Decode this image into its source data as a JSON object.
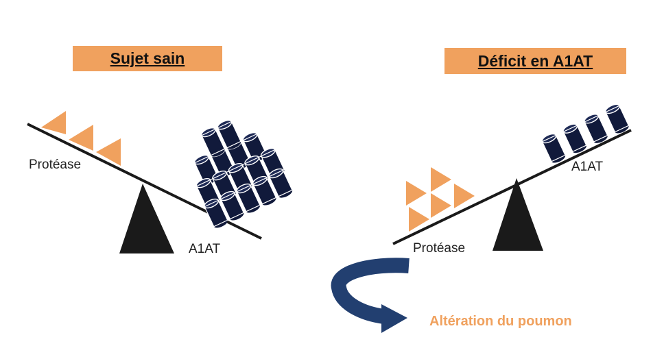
{
  "left": {
    "title": "Sujet sain",
    "label_protease": "Protéase",
    "label_a1at": "A1AT"
  },
  "right": {
    "title": "Déficit en A1AT",
    "label_protease": "Protéase",
    "label_a1at": "A1AT",
    "consequence": "Altération du poumon"
  },
  "colors": {
    "orange": "#f0a15e",
    "navy": "#111a3b",
    "fulcrum": "#1a1a1a",
    "arrow": "#223f70"
  }
}
